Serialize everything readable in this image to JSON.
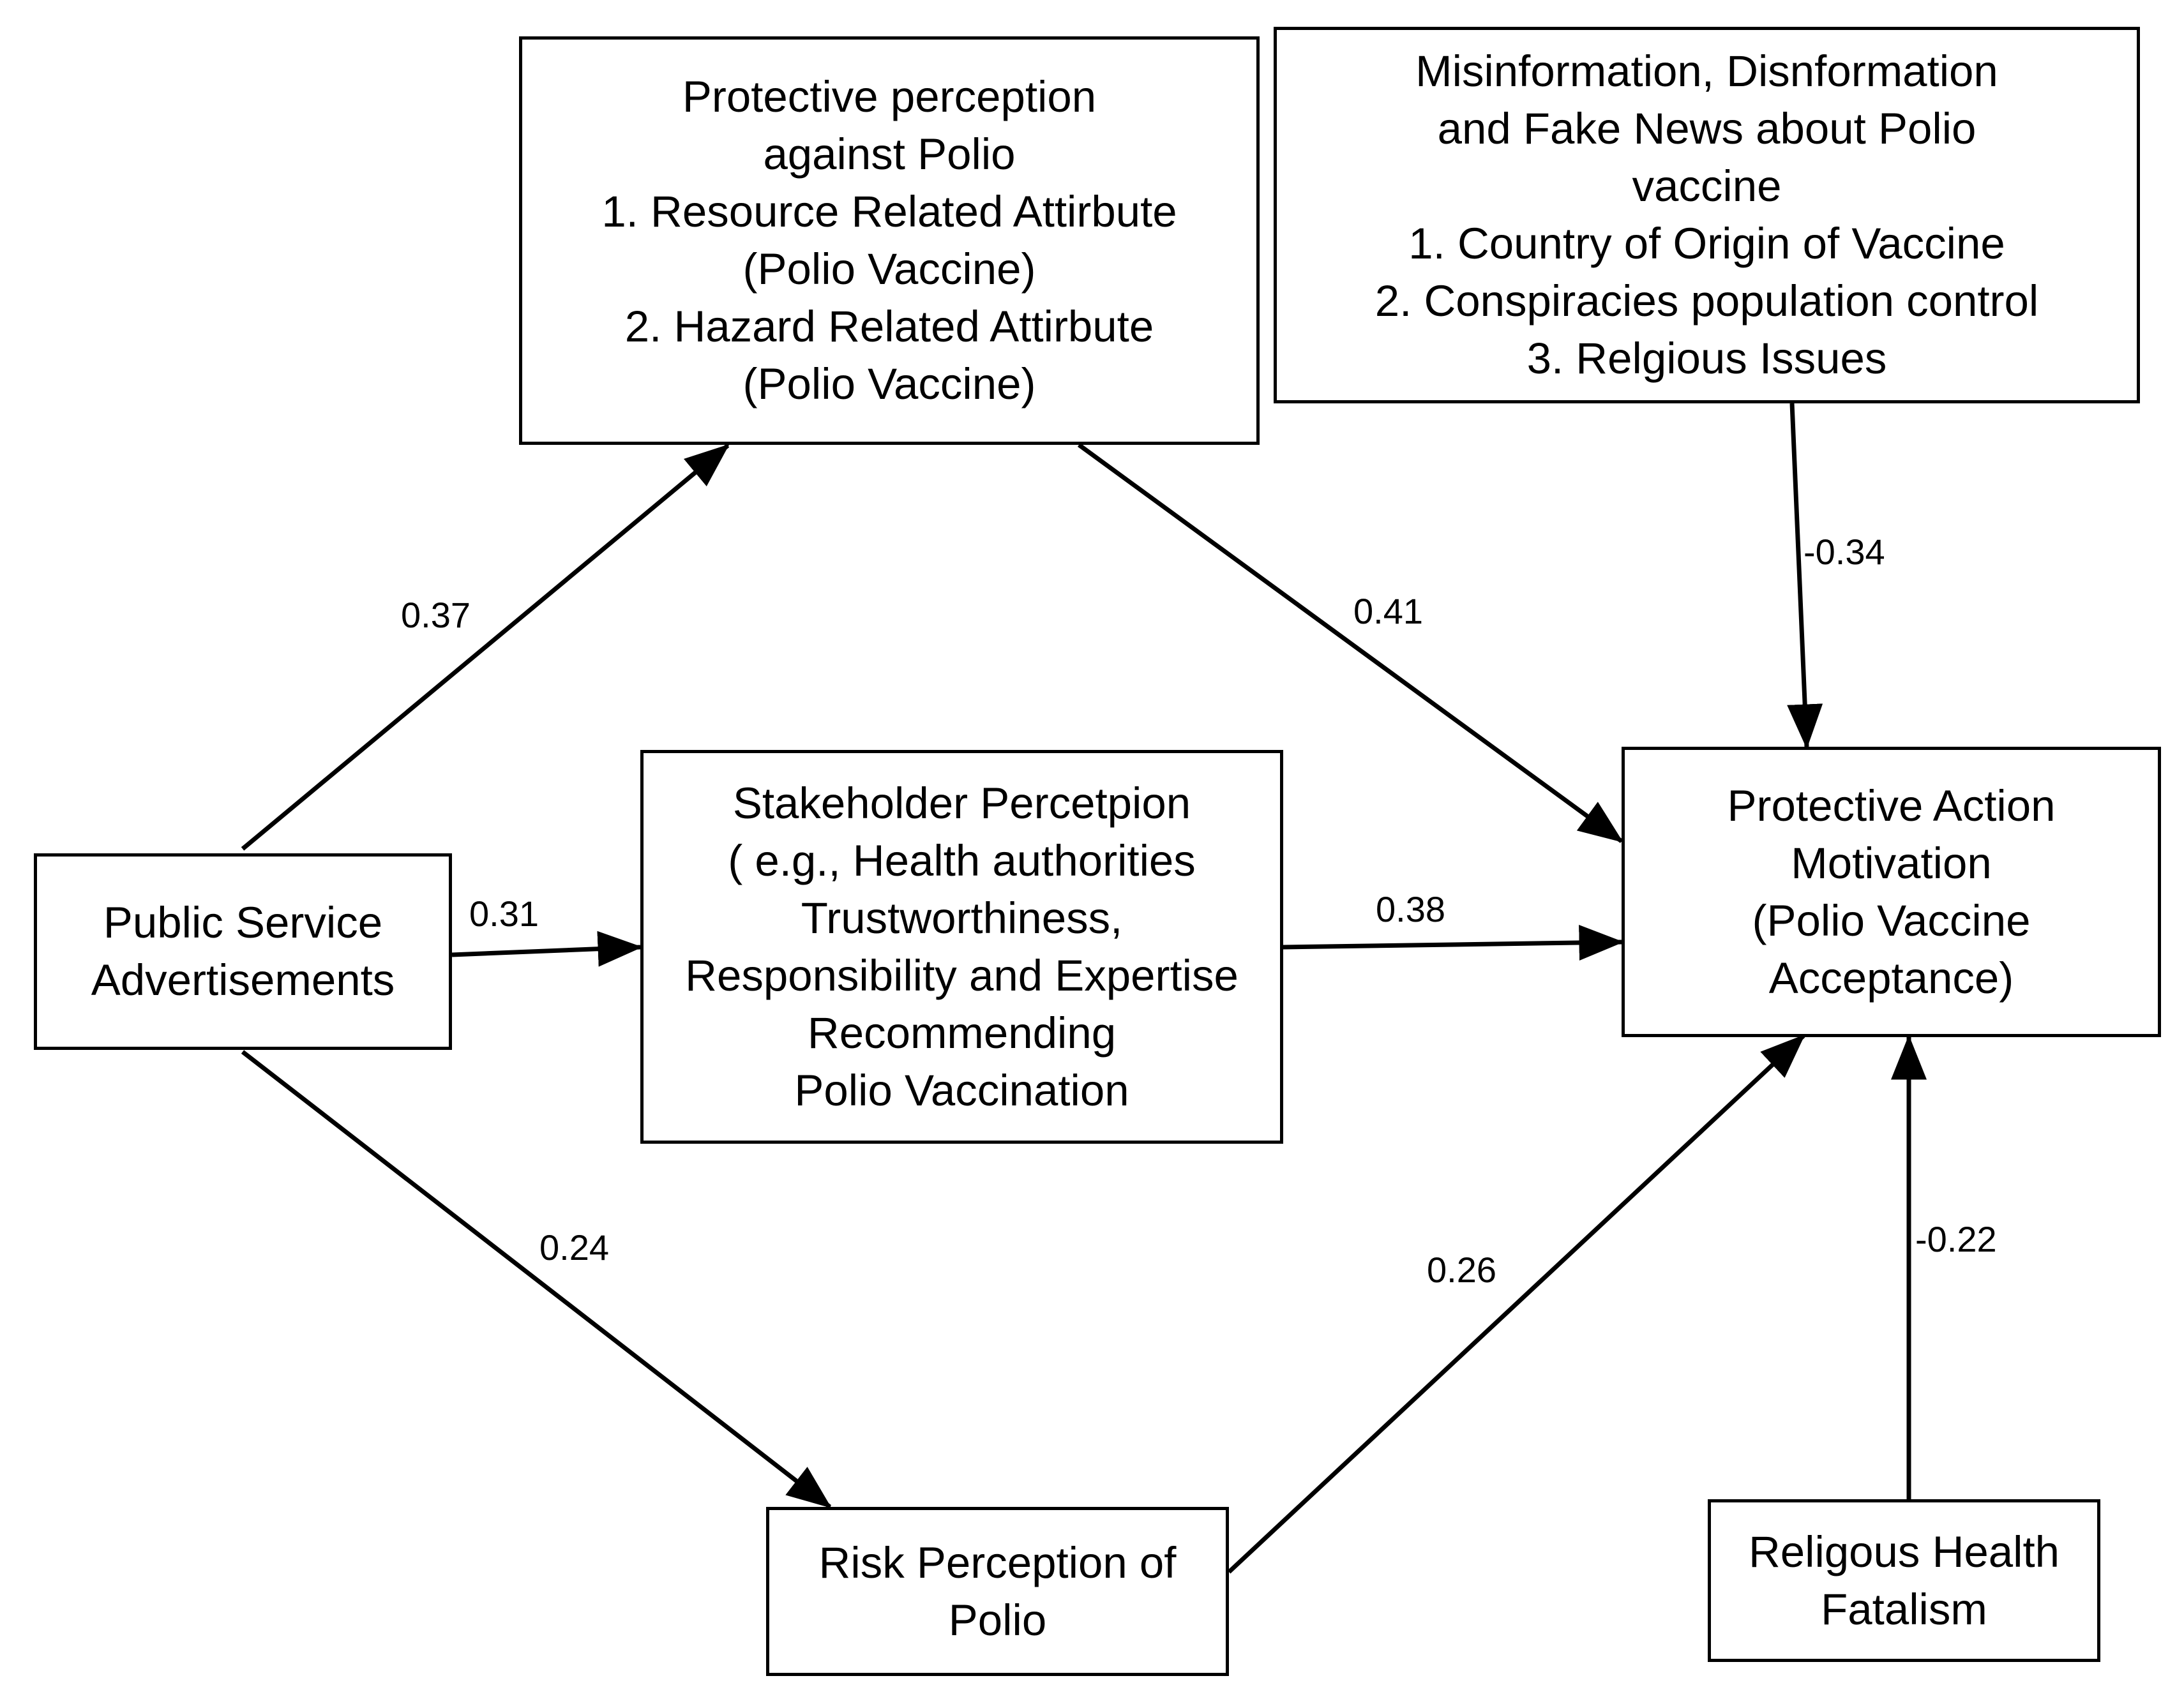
{
  "nodes": {
    "psa": {
      "lines": [
        "Public Service",
        "Advertisements"
      ]
    },
    "protective_perception": {
      "lines": [
        "Protective perception",
        "against Polio",
        "1. Resource Related Attirbute",
        "(Polio Vaccine)",
        "2. Hazard Related Attirbute",
        "(Polio Vaccine)"
      ]
    },
    "misinformation": {
      "lines": [
        "Misinformation, Disnformation",
        "and Fake News about Polio",
        "vaccine",
        "1. Country of Origin of Vaccine",
        "2. Conspiracies population control",
        "3. Relgious Issues"
      ]
    },
    "stakeholder": {
      "lines": [
        "Stakeholder Percetpion",
        "( e.g., Health authorities",
        "Trustworthiness,",
        "Responsibility and Expertise",
        "Recommending",
        "Polio Vaccination"
      ]
    },
    "protective_action": {
      "lines": [
        "Protective Action",
        "Motivation",
        "(Polio Vaccine",
        "Acceptance)"
      ]
    },
    "risk": {
      "lines": [
        "Risk Perception of",
        "Polio"
      ]
    },
    "fatalism": {
      "lines": [
        "Religous Health",
        "Fatalism"
      ]
    }
  },
  "edges": {
    "psa_to_protective_perception": {
      "label": "0.37"
    },
    "protective_perception_to_action": {
      "label": "0.41"
    },
    "misinformation_to_action": {
      "label": "-0.34"
    },
    "psa_to_stakeholder": {
      "label": "0.31"
    },
    "stakeholder_to_action": {
      "label": "0.38"
    },
    "psa_to_risk": {
      "label": "0.24"
    },
    "risk_to_action": {
      "label": "0.26"
    },
    "fatalism_to_action": {
      "label": "-0.22"
    }
  }
}
